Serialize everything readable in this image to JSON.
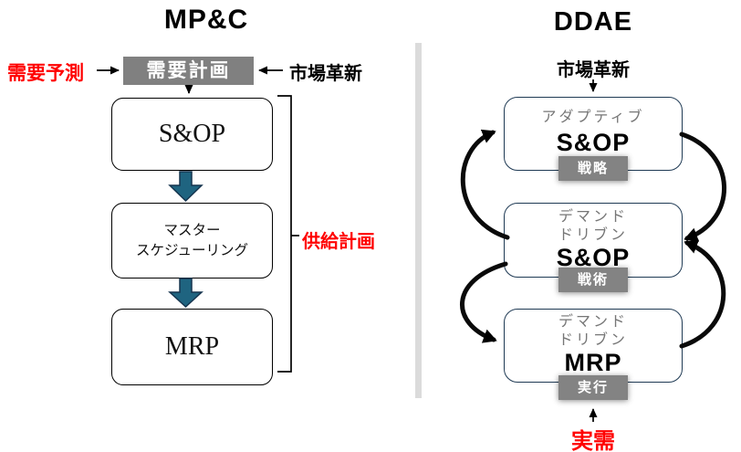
{
  "colors": {
    "accent_red": "#FF0000",
    "text_black": "#111111",
    "gray_box": "#808080",
    "badge_gray": "#838383",
    "navy_border": "#1F3A54",
    "block_arrow_blue": "#1F6480",
    "block_arrow_border": "#16354F",
    "divider_gray": "#DBDBDB",
    "subtitle_gray": "#767676"
  },
  "left_panel": {
    "title": "MP&C",
    "demand_forecast_label": "需要予測",
    "demand_plan_label": "需要計画",
    "market_innovation_label": "市場革新",
    "sop_label": "S&OP",
    "master_scheduling_line1": "マスター",
    "master_scheduling_line2": "スケジューリング",
    "mrp_label": "MRP",
    "supply_plan_label": "供給計画"
  },
  "right_panel": {
    "title": "DDAE",
    "market_innovation_label": "市場革新",
    "box1": {
      "subtitle": "アダプティブ",
      "heading": "S&OP",
      "badge": "戦略"
    },
    "box2": {
      "subtitle_line1": "デマンド",
      "subtitle_line2": "ドリブン",
      "heading": "S&OP",
      "badge": "戦術"
    },
    "box3": {
      "subtitle_line1": "デマンド",
      "subtitle_line2": "ドリブン",
      "heading": "MRP",
      "badge": "実行"
    },
    "actual_demand_label": "実需"
  }
}
